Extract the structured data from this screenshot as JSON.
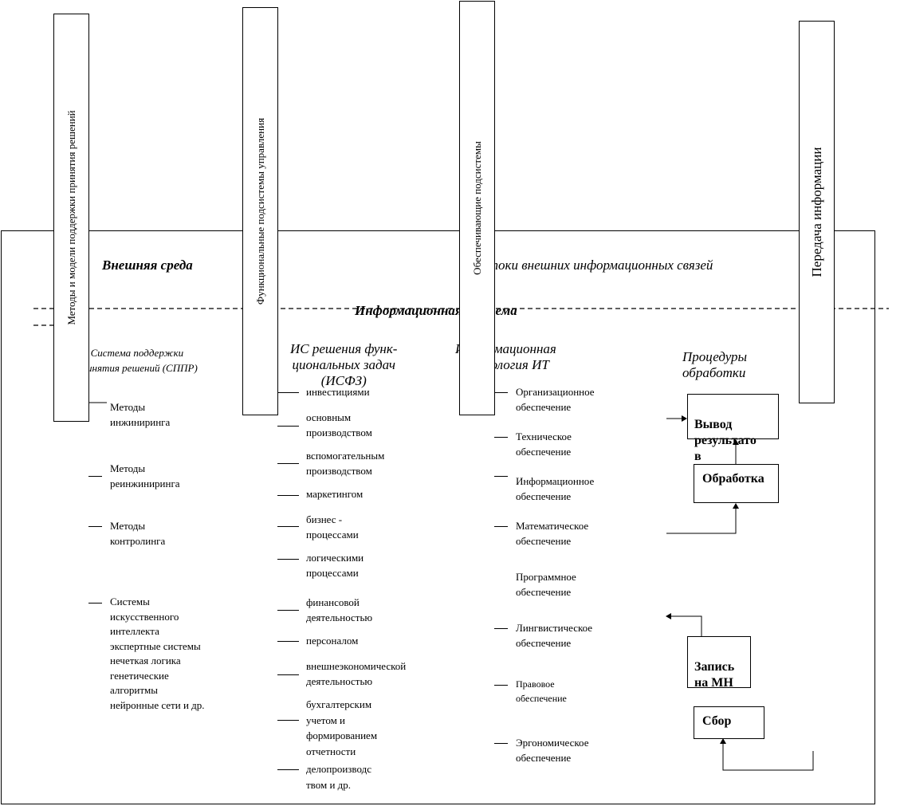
{
  "vertical_boxes": {
    "methods": "Методы и модели поддержки принятия решений",
    "functional": "Функциональные подсистемы управления",
    "support": "Обеспечивающие подсистемы",
    "transfer": "Передача информации"
  },
  "external_env": "Внешняя среда",
  "external_flows": "Потоки внешних информационных связей",
  "info_system": "Информационная система",
  "sppr": {
    "header": "Система поддержки\nпринятия решений (СППР)",
    "items": [
      "Методы\nинжиниринга",
      "Методы\nреинжиниринга",
      "Методы\nконтролинга",
      "Системы\nискусственного\nинтеллекта\nэкспертные системы\nнечеткая логика\nгенетические\nалгоритмы\nнейронные сети и др."
    ]
  },
  "isfz": {
    "header": "ИС решения функ-\nциональных задач\n(ИСФЗ)",
    "items": [
      "инвестициями",
      "основным\nпроизводством",
      "вспомогательным\nпроизводством",
      "маркетингом",
      "бизнес -\nпроцессами",
      "логическими\nпроцессами",
      "финансовой\nдеятельностью",
      "персоналом",
      "внешнеэкономической\nдеятельностью",
      "бухгалтерским\nучетом и\nформированием\nотчетности",
      "делопроизводс\nтвом и др."
    ]
  },
  "it": {
    "header": "Информационная\nтехнология ИТ",
    "items": [
      "Организационное\nобеспечение",
      "Техническое\nобеспечение",
      "Информационное\nобеспечение",
      "Математическое\nобеспечение",
      "Программное\nобеспечение",
      "Лингвистическое\nобеспечение",
      "Правовое\nобеспечение",
      "Эргономическое\nобеспечение"
    ]
  },
  "procedures": {
    "header": "Процедуры\nобработки",
    "output": "Вывод\nрезультато\nв",
    "processing": "Обработка",
    "record": "Запись\nна МН",
    "collect": "Сбор"
  }
}
